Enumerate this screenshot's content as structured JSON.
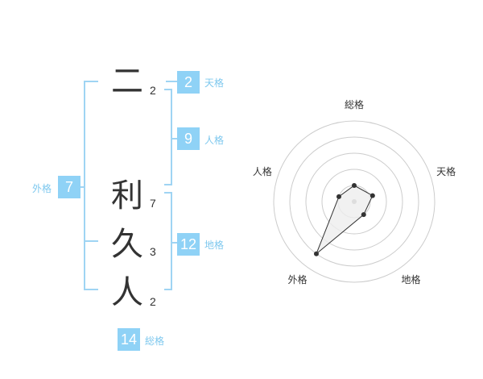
{
  "name": {
    "characters": [
      {
        "char": "二",
        "strokes": "2"
      },
      {
        "char": "利",
        "strokes": "7"
      },
      {
        "char": "久",
        "strokes": "3"
      },
      {
        "char": "人",
        "strokes": "2"
      }
    ]
  },
  "fortunes": {
    "tenkaku": {
      "value": "2",
      "label": "天格"
    },
    "jinkaku": {
      "value": "9",
      "label": "人格"
    },
    "chikaku": {
      "value": "12",
      "label": "地格"
    },
    "gaikaku": {
      "value": "7",
      "label": "外格"
    },
    "soukaku": {
      "value": "14",
      "label": "総格"
    }
  },
  "radar": {
    "axes": [
      "総格",
      "天格",
      "地格",
      "外格",
      "人格"
    ],
    "scores": [
      1,
      1.2,
      1,
      4,
      1
    ],
    "max": 5,
    "colors": {
      "ring": "#cccccc",
      "fill": "#eeeeee",
      "line": "#333333",
      "dot": "#333333",
      "center": "#dddddd"
    }
  }
}
